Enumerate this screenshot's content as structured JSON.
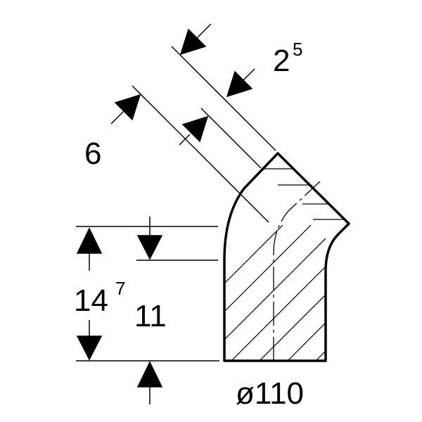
{
  "labels": {
    "dim_2_5_main": "2",
    "dim_2_5_sup": "5",
    "dim_6": "6",
    "dim_14_7_main": "14",
    "dim_14_7_sup": "7",
    "dim_11": "11",
    "dim_diameter": "ø110"
  },
  "colors": {
    "stroke": "#000000",
    "background": "#ffffff"
  }
}
